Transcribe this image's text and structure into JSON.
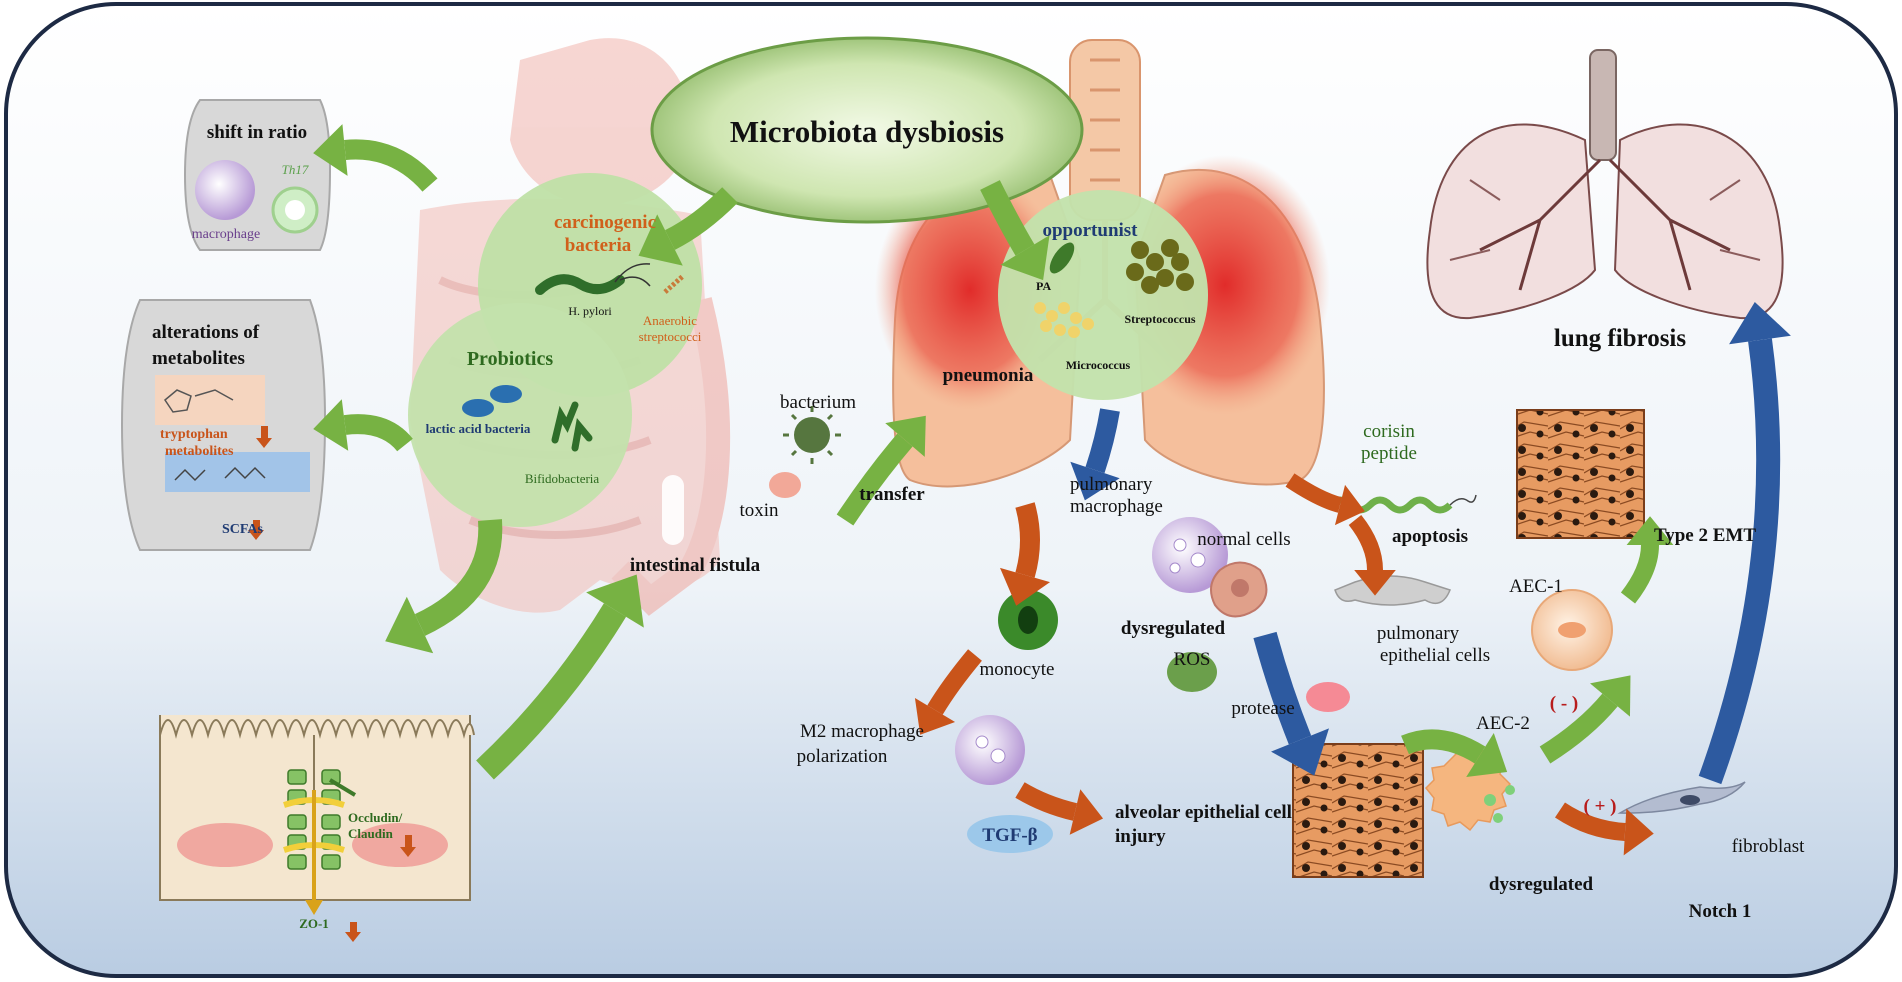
{
  "title": "Microbiota dysbiosis",
  "panels": {
    "shift_in_ratio": {
      "title": "shift in ratio",
      "cell_a": "macrophage",
      "cell_b": "Th17"
    },
    "metabolites": {
      "title_line1": "alterations of",
      "title_line2": "metabolites",
      "tryptophan_line1": "tryptophan",
      "tryptophan_line2": "metabolites",
      "scfa": "SCFAs"
    }
  },
  "gut": {
    "carcinogenic_line1": "carcinogenic",
    "carcinogenic_line2": "bacteria",
    "h_pylori": "H. pylori",
    "anaerobic_line1": "Anaerobic",
    "anaerobic_line2": "streptococci",
    "probiotics": "Probiotics",
    "lactic": "lactic acid bacteria",
    "bifido": "Bifidobacteria",
    "fistula": "intestinal fistula",
    "bacterium": "bacterium",
    "toxin": "toxin",
    "transfer": "transfer"
  },
  "barrier": {
    "occludin_line1": "Occludin/",
    "occludin_line2": "Claudin",
    "zo1": "ZO-1"
  },
  "lung": {
    "opportunist": "opportunist",
    "pa": "PA",
    "streptococcus": "Streptococcus",
    "micrococcus": "Micrococcus",
    "pneumonia": "pneumonia",
    "pulm_mac_line1": "pulmonary",
    "pulm_mac_line2": "macrophage",
    "normal_cells": "normal cells",
    "corisin_line1": "corisin",
    "corisin_line2": "peptide",
    "apoptosis": "apoptosis",
    "epi_line1": "pulmonary",
    "epi_line2": "epithelial cells",
    "dysregulated_1": "dysregulated",
    "ros": "ROS",
    "protease": "protease",
    "monocyte": "monocyte",
    "m2_line1": "M2 macrophage",
    "m2_line2": "polarization",
    "tgf": "TGF-β",
    "injury_line1": "alveolar epithelial cell",
    "injury_line2": "injury",
    "aec1": "AEC-1",
    "aec2": "AEC-2",
    "minus": "( - )",
    "plus": "( + )",
    "type2emt": "Type 2 EMT",
    "fibrosis": "lung fibrosis",
    "dysregulated_2": "dysregulated",
    "fibroblast": "fibroblast",
    "notch": "Notch 1"
  },
  "colors": {
    "green_arrow": "#77b243",
    "orange_arrow": "#c9541a",
    "blue_arrow": "#2d5aa0",
    "circle_green": "#bfe0a6",
    "lung_red": "#e03434",
    "panel_grey": "#d6d6d6",
    "orange_text": "#d0601b",
    "dark_green_text": "#2e6a1f",
    "navy_text": "#1f3b73"
  }
}
